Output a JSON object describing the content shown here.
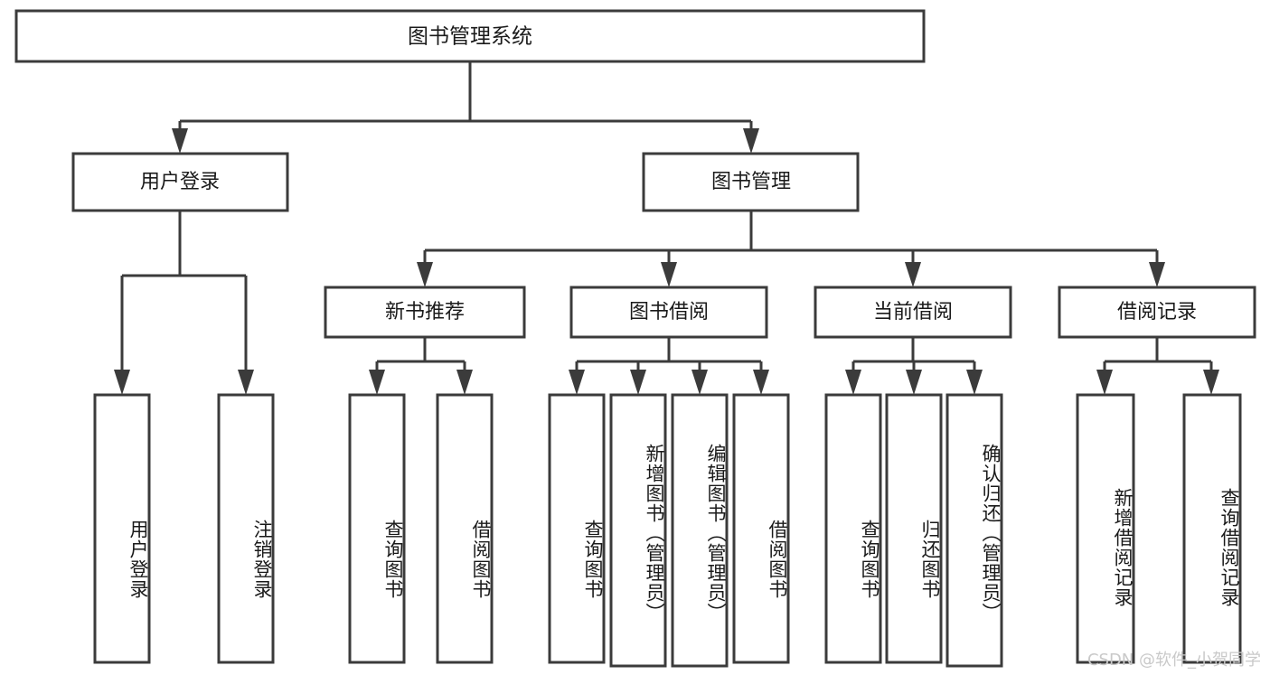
{
  "diagram": {
    "type": "tree-hierarchy-flowchart",
    "title": "图书管理系统",
    "watermark": "CSDN @软件_小贺同学",
    "colors": {
      "stroke": "#3b3b3b",
      "fill": "#ffffff",
      "text": "#1a1a1a",
      "watermark": "#c9c9c9",
      "background": "#ffffff"
    },
    "levels": {
      "root": {
        "label": "图书管理系统",
        "orientation": "horizontal"
      },
      "level2": [
        {
          "label": "用户登录",
          "orientation": "horizontal"
        },
        {
          "label": "图书管理",
          "orientation": "horizontal"
        }
      ],
      "level3": [
        {
          "label": "新书推荐",
          "orientation": "horizontal",
          "parent": "图书管理"
        },
        {
          "label": "图书借阅",
          "orientation": "horizontal",
          "parent": "图书管理"
        },
        {
          "label": "当前借阅",
          "orientation": "horizontal",
          "parent": "图书管理"
        },
        {
          "label": "借阅记录",
          "orientation": "horizontal",
          "parent": "图书管理"
        }
      ],
      "leaves": [
        {
          "label": "用户登录",
          "orientation": "vertical",
          "parent": "用户登录"
        },
        {
          "label": "注销登录",
          "orientation": "vertical",
          "parent": "用户登录"
        },
        {
          "label": "查询图书",
          "orientation": "vertical",
          "parent": "新书推荐"
        },
        {
          "label": "借阅图书",
          "orientation": "vertical",
          "parent": "新书推荐"
        },
        {
          "label": "查询图书",
          "orientation": "vertical",
          "parent": "图书借阅"
        },
        {
          "label": "新增图书（管理员）",
          "orientation": "vertical",
          "parent": "图书借阅"
        },
        {
          "label": "编辑图书（管理员）",
          "orientation": "vertical",
          "parent": "图书借阅"
        },
        {
          "label": "借阅图书",
          "orientation": "vertical",
          "parent": "图书借阅"
        },
        {
          "label": "查询图书",
          "orientation": "vertical",
          "parent": "当前借阅"
        },
        {
          "label": "归还图书",
          "orientation": "vertical",
          "parent": "当前借阅"
        },
        {
          "label": "确认归还（管理员）",
          "orientation": "vertical",
          "parent": "当前借阅"
        },
        {
          "label": "新增借阅记录",
          "orientation": "vertical",
          "parent": "借阅记录"
        },
        {
          "label": "查询借阅记录",
          "orientation": "vertical",
          "parent": "借阅记录"
        }
      ]
    }
  }
}
